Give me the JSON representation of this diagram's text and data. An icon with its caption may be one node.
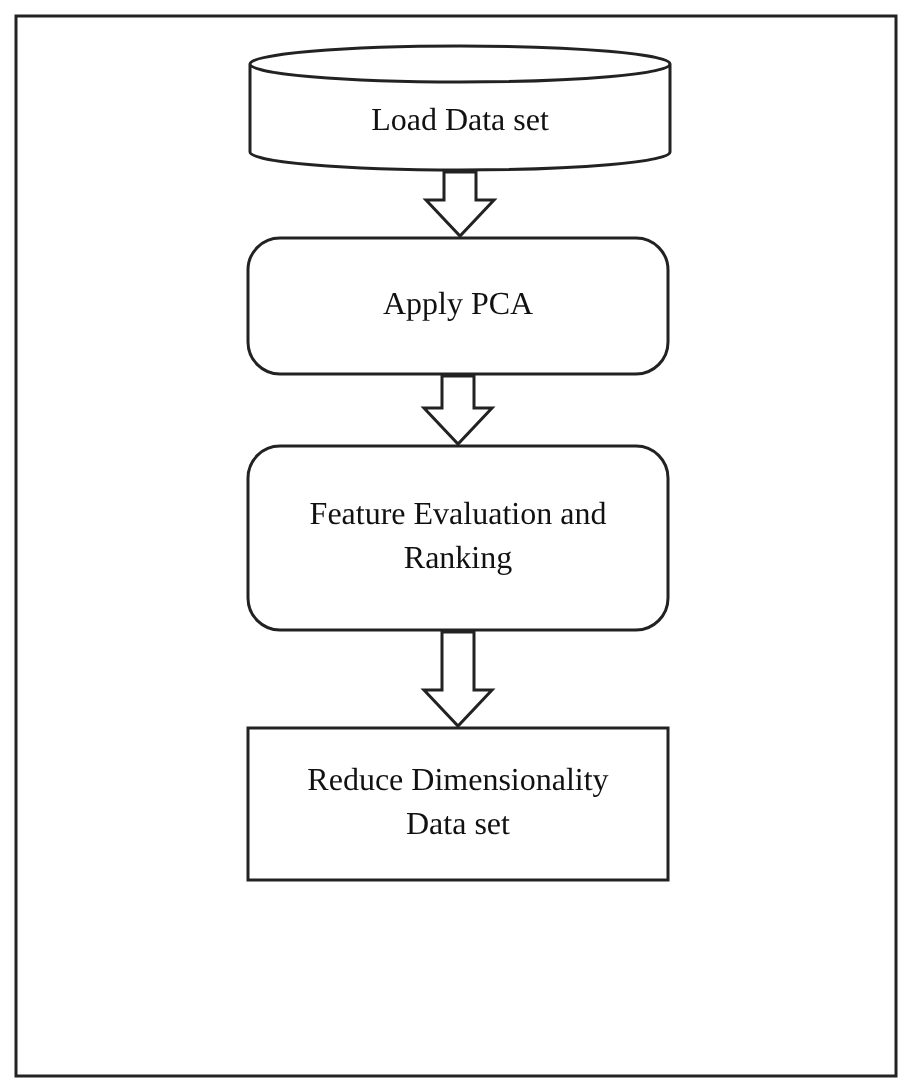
{
  "diagram": {
    "nodes": [
      {
        "text": [
          "Load Data set"
        ]
      },
      {
        "text": [
          "Apply PCA"
        ]
      },
      {
        "text": [
          "Feature Evaluation and Ranking"
        ]
      },
      {
        "text": [
          "Reduce Dimensionality Data set"
        ]
      }
    ],
    "edges": [
      {
        "from": 0,
        "to": 1,
        "arrow": "to"
      },
      {
        "from": 1,
        "to": 2,
        "arrow": "to"
      },
      {
        "from": 2,
        "to": 3,
        "arrow": "to"
      }
    ]
  }
}
